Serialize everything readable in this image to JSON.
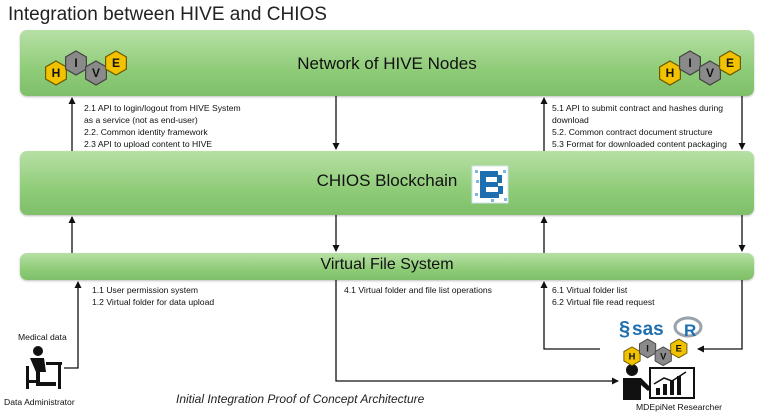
{
  "title": "Integration between HIVE and CHIOS",
  "bands": {
    "hive": "Network of HIVE Nodes",
    "chios": "CHIOS Blockchain",
    "vfs": "Virtual File System"
  },
  "hive_logo": {
    "letters": [
      "H",
      "I",
      "V",
      "E"
    ]
  },
  "notes": {
    "left_top": [
      "2.1 API to login/logout from HIVE System",
      "as a service (not as end-user)",
      "2.2. Common identity framework",
      "2.3 API to upload content to HIVE"
    ],
    "right_top": [
      "5.1 API to submit contract and hashes during",
      "download",
      "5.2. Common contract document structure",
      "5.3 Format for downloaded content packaging"
    ],
    "left_bottom": [
      "1.1 User permission system",
      "1.2 Virtual folder for data upload"
    ],
    "middle_bottom": [
      "4.1 Virtual folder and file list operations"
    ],
    "right_bottom": [
      "6.1 Virtual folder list",
      "6.2 Virtual file read request"
    ]
  },
  "actors": {
    "data_label": "Medical data",
    "admin": "Data Administrator",
    "researcher": "MDEpiNet Researcher"
  },
  "tools": {
    "sas": "sas",
    "r": "R"
  },
  "caption": "Initial Integration Proof of Concept Architecture",
  "colors": {
    "band": "#8fcc78",
    "hex_gold": "#f2c200",
    "hex_gray": "#8a8a8a",
    "blockchain_blue": "#1e6fb0"
  }
}
